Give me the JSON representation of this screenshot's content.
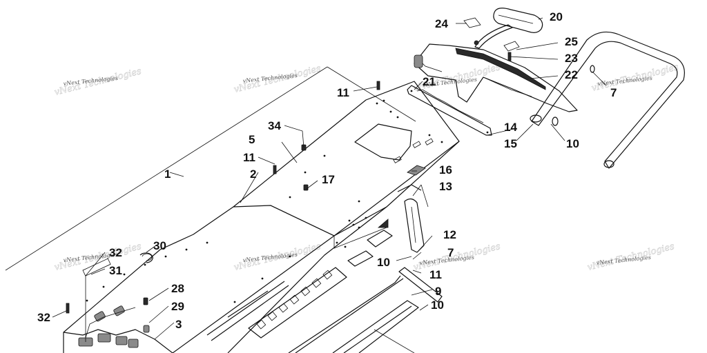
{
  "callouts": {
    "c1": "1",
    "c2": "2",
    "c3": "3",
    "c5": "5",
    "c7a": "7",
    "c7b": "7",
    "c9": "9",
    "c10a": "10",
    "c10b": "10",
    "c10c": "10",
    "c11a": "11",
    "c11b": "11",
    "c11c": "11",
    "c12": "12",
    "c13": "13",
    "c14": "14",
    "c15": "15",
    "c16": "16",
    "c17": "17",
    "c20": "20",
    "c21": "21",
    "c22": "22",
    "c23": "23",
    "c24": "24",
    "c25": "25",
    "c28": "28",
    "c29": "29",
    "c30": "30",
    "c31": "31",
    "c32a": "32",
    "c32b": "32",
    "c34": "34"
  },
  "watermark": {
    "text": "vNext Technologies"
  },
  "colors": {
    "line": "#111111",
    "background": "#ffffff",
    "watermark": "#555555"
  }
}
